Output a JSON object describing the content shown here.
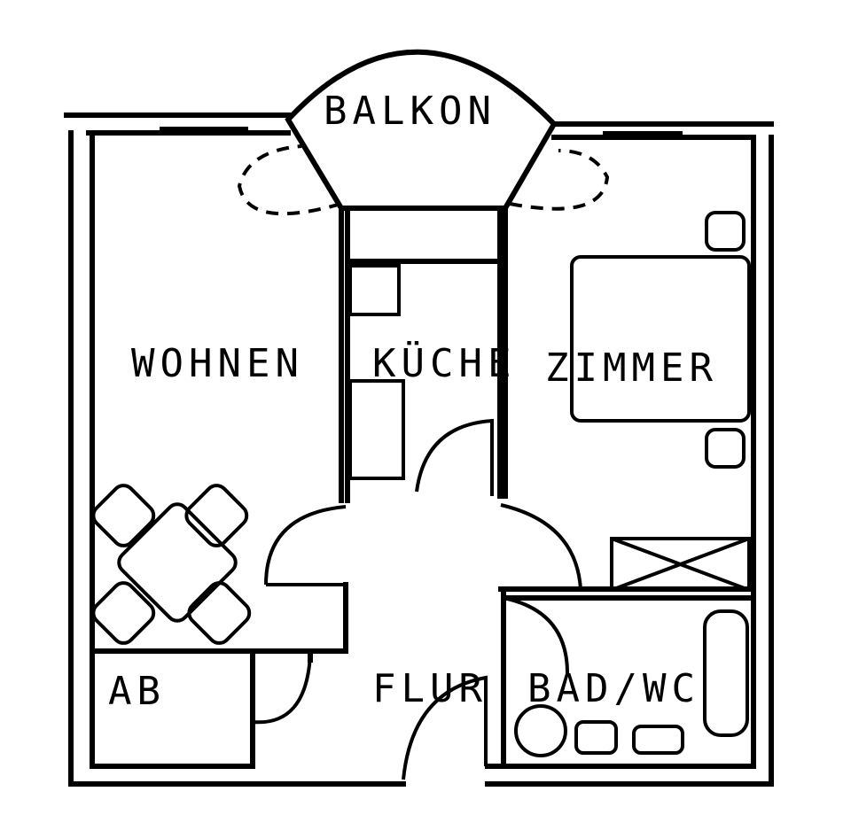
{
  "plan": {
    "rooms": {
      "balkon": "BALKON",
      "wohnen": "WOHNEN",
      "kueche": "KÜCHE",
      "zimmer": "ZIMMER",
      "ab": "AB",
      "flur": "FLUR",
      "bad": "BAD/WC"
    }
  }
}
